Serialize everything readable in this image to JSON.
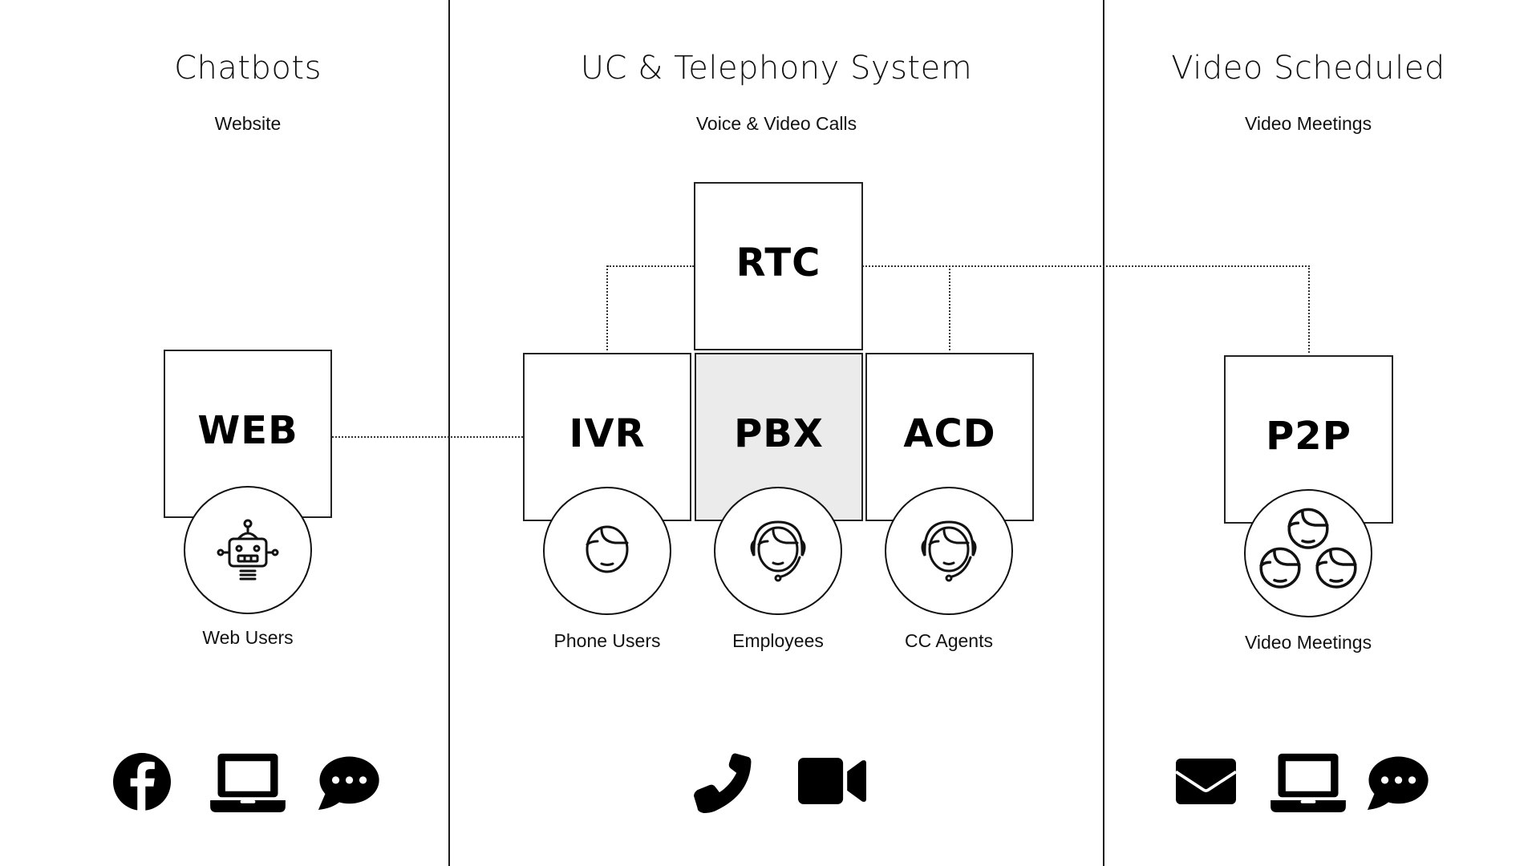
{
  "columns": [
    {
      "title": "Chatbots",
      "subtitle": "Website"
    },
    {
      "title": "UC & Telephony System",
      "subtitle": "Voice & Video Calls"
    },
    {
      "title": "Video Scheduled",
      "subtitle": "Video Meetings"
    }
  ],
  "nodes": {
    "web": {
      "label": "WEB",
      "users": "Web Users",
      "icon": "robot-icon"
    },
    "rtc": {
      "label": "RTC"
    },
    "ivr": {
      "label": "IVR",
      "users": "Phone Users",
      "icon": "user-face-icon"
    },
    "pbx": {
      "label": "PBX",
      "users": "Employees",
      "icon": "headset-agent-icon",
      "highlight_color": "#ebebeb"
    },
    "acd": {
      "label": "ACD",
      "users": "CC Agents",
      "icon": "headset-agent-icon"
    },
    "p2p": {
      "label": "P2P",
      "users": "Video Meetings",
      "icon": "group-faces-icon"
    }
  },
  "connections": [
    {
      "from": "WEB",
      "to": "IVR",
      "style": "dotted"
    },
    {
      "from": "RTC",
      "to": "IVR",
      "style": "dotted"
    },
    {
      "from": "RTC",
      "to": "ACD",
      "style": "dotted"
    },
    {
      "from": "RTC",
      "to": "P2P",
      "style": "dotted"
    }
  ],
  "channel_icons": {
    "chatbots": [
      "facebook-icon",
      "laptop-icon",
      "chat-bubble-icon"
    ],
    "telephony": [
      "phone-icon",
      "video-camera-icon"
    ],
    "video": [
      "email-icon",
      "laptop-icon",
      "chat-bubble-icon"
    ]
  }
}
